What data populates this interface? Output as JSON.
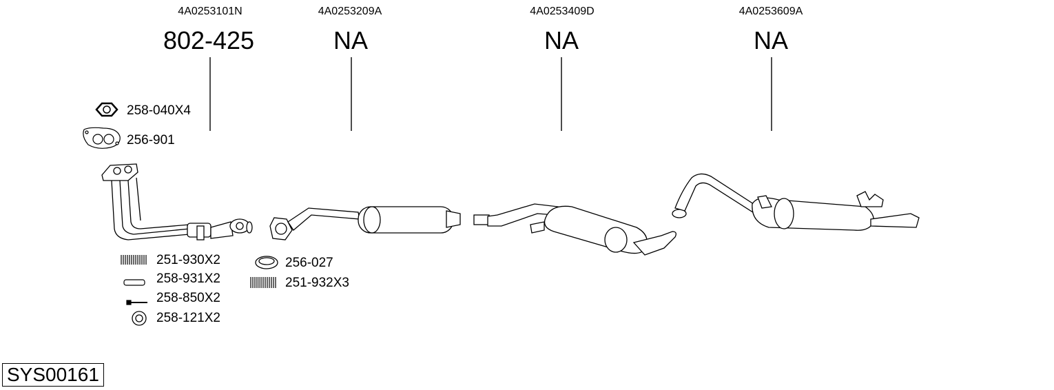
{
  "sections": [
    {
      "oem": "4A0253101N",
      "part": "802-425"
    },
    {
      "oem": "4A0253209A",
      "part": "NA"
    },
    {
      "oem": "4A0253409D",
      "part": "NA"
    },
    {
      "oem": "4A0253609A",
      "part": "NA"
    }
  ],
  "accessories": {
    "nut": "258-040X4",
    "gasket_front": "256-901",
    "spring_a": "251-930X2",
    "sleeve": "258-931X2",
    "bolt": "258-850X2",
    "washer": "258-121X2",
    "ring_gasket": "256-027",
    "spring_b": "251-932X3"
  },
  "system_id": "SYS00161"
}
